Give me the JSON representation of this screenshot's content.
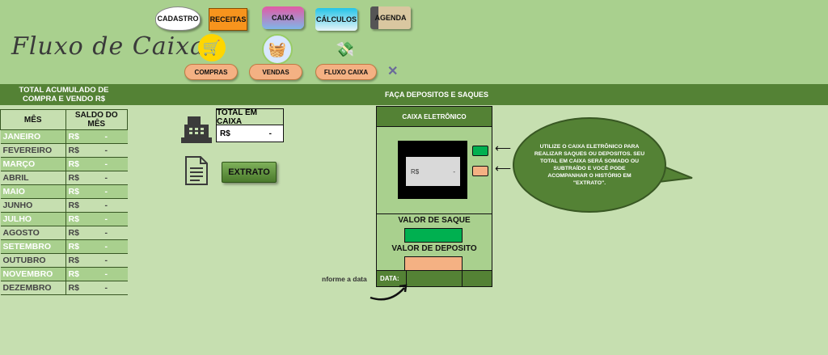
{
  "app": {
    "title": "Fluxo de Caixa"
  },
  "nav_top": [
    {
      "label": "CADASTRO"
    },
    {
      "label": "RECEITAS"
    },
    {
      "label": "CAIXA"
    },
    {
      "label": "CÁLCULOS"
    },
    {
      "label": "AGENDA"
    }
  ],
  "nav_bottom": [
    {
      "label": "COMPRAS"
    },
    {
      "label": "VENDAS"
    },
    {
      "label": "FLUXO CAIXA"
    }
  ],
  "header": {
    "left_title": "TOTAL ACUMULADO DE COMPRA E VENDO R$",
    "center_title": "FAÇA DEPOSITOS E SAQUES"
  },
  "months_table": {
    "col_month": "MÊS",
    "col_balance": "SALDO DO MÊS",
    "rows": [
      {
        "month": "JANEIRO",
        "cur": "R$",
        "val": "-"
      },
      {
        "month": "FEVEREIRO",
        "cur": "R$",
        "val": "-"
      },
      {
        "month": "MARÇO",
        "cur": "R$",
        "val": "-"
      },
      {
        "month": "ABRIL",
        "cur": "R$",
        "val": "-"
      },
      {
        "month": "MAIO",
        "cur": "R$",
        "val": "-"
      },
      {
        "month": "JUNHO",
        "cur": "R$",
        "val": "-"
      },
      {
        "month": "JULHO",
        "cur": "R$",
        "val": "-"
      },
      {
        "month": "AGOSTO",
        "cur": "R$",
        "val": "-"
      },
      {
        "month": "SETEMBRO",
        "cur": "R$",
        "val": "-"
      },
      {
        "month": "OUTUBRO",
        "cur": "R$",
        "val": "-"
      },
      {
        "month": "NOVEMBRO",
        "cur": "R$",
        "val": "-"
      },
      {
        "month": "DEZEMBRO",
        "cur": "R$",
        "val": "-"
      }
    ]
  },
  "total_caixa": {
    "label": "TOTAL EM CAIXA",
    "cur": "R$",
    "val": "-"
  },
  "extrato": {
    "label": "EXTRATO"
  },
  "atm": {
    "title": "CAIXA ELETRÔNICO",
    "screen_cur": "R$",
    "screen_val": "-",
    "saque_label": "VALOR DE SAQUE",
    "deposito_label": "VALOR DE DEPOSITO",
    "data_label": "DATA:"
  },
  "informe": "nforme a data",
  "bubble_text": "UTILIZE O CAIXA ELETRÔNICO PARA REALIZAR SAQUES OU DEPOSITOS. SEU TOTAL EM CAIXA SERÁ SOMADO OU SUBTRAÍDO E VOCÊ PODE ACOMPANHAR O HISTÓRIO EM \"EXTRATO\".",
  "colors": {
    "dark_green": "#548235",
    "light_green": "#a9d08e",
    "bg": "#c6dfb0",
    "orange": "#f4b183",
    "bright_green": "#00b050"
  }
}
